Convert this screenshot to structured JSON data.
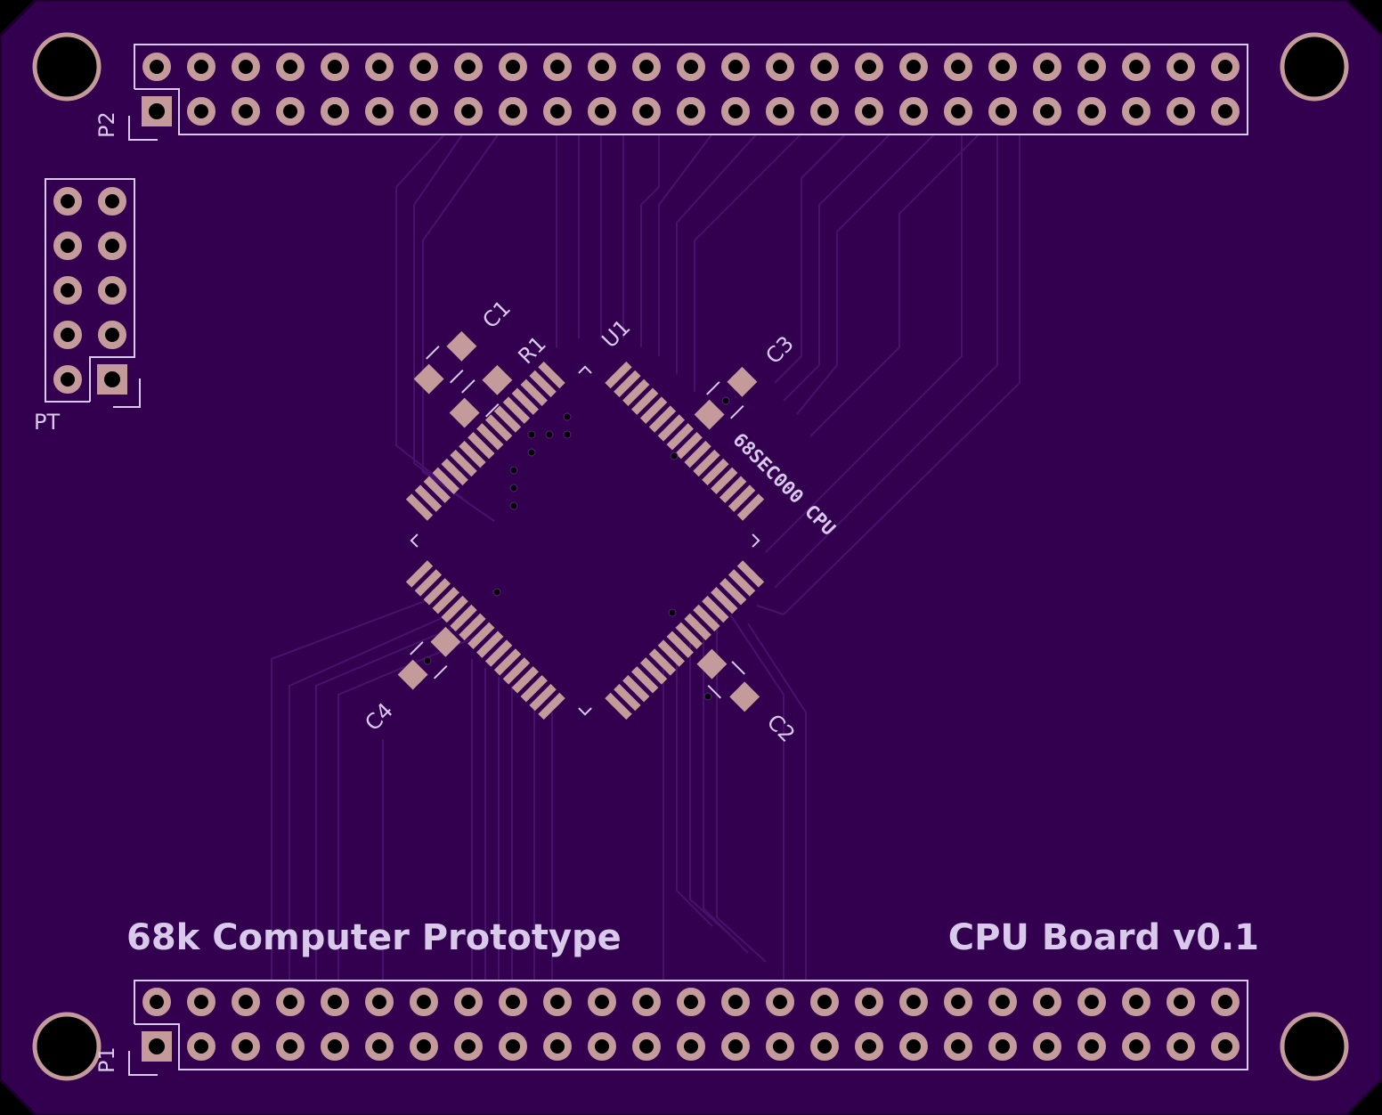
{
  "board": {
    "title_left": "68k Computer Prototype",
    "title_right": "CPU Board v0.1",
    "cpu_label": "68SEC000 CPU"
  },
  "refdes": {
    "p1": "P1",
    "p2": "P2",
    "pt": "PT",
    "u1": "U1",
    "r1": "R1",
    "c1": "C1",
    "c2": "C2",
    "c3": "C3",
    "c4": "C4"
  },
  "colors": {
    "substrate": "#33004f",
    "edge": "#2a0040",
    "copper_pad": "#c49a9a",
    "drill": "#000000",
    "silkscreen": "#d9c9ea",
    "trace": "#4a1470"
  },
  "headers": {
    "p2_columns": 25,
    "p1_columns": 25,
    "pt_rows": 5
  },
  "cpu": {
    "pins_per_side": 16
  }
}
